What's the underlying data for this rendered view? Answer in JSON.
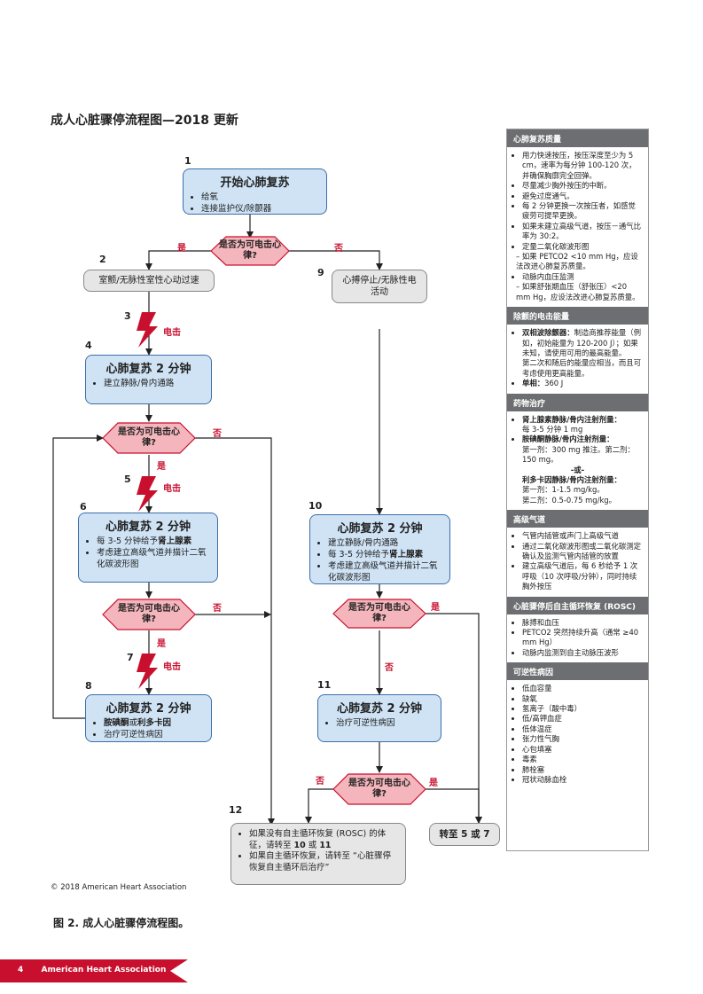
{
  "title": "成人心脏骤停流程图—2018 更新",
  "steps": {
    "n1": "1",
    "n2": "2",
    "n3": "3",
    "n4": "4",
    "n5": "5",
    "n6": "6",
    "n7": "7",
    "n8": "8",
    "n9": "9",
    "n10": "10",
    "n11": "11",
    "n12": "12"
  },
  "box1": {
    "title": "开始心肺复苏",
    "items": [
      "给氧",
      "连接监护仪/除颤器"
    ]
  },
  "box2": "室颤/无脉性室性心动过速",
  "box4": {
    "title": "心肺复苏 2 分钟",
    "items": [
      "建立静脉/骨内通路"
    ]
  },
  "box6": {
    "title": "心肺复苏 2 分钟",
    "item1_pre": "每 3-5 分钟给予",
    "item1_bold": "肾上腺素",
    "item2": "考虑建立高级气道并描计二氧化碳波形图"
  },
  "box8": {
    "title": "心肺复苏 2 分钟",
    "item1_bold1": "胺碘酮",
    "item1_mid": "或",
    "item1_bold2": "利多卡因",
    "item2": "治疗可逆性病因"
  },
  "box9": "心搏停止/无脉性电活动",
  "box10": {
    "title": "心肺复苏 2 分钟",
    "item1": "建立静脉/骨内通路",
    "item2_pre": "每 3-5 分钟给予",
    "item2_bold": "肾上腺素",
    "item3": "考虑建立高级气道并描计二氧化碳波形图"
  },
  "box11": {
    "title": "心肺复苏 2 分钟",
    "items": [
      "治疗可逆性病因"
    ]
  },
  "box12": {
    "item1_pre": "如果没有自主循环恢复 (ROSC) 的体征，请转至 ",
    "item1_bold": "10",
    "item1_mid": " 或 ",
    "item1_bold2": "11",
    "item2": "如果自主循环恢复，请转至 “心脏骤停恢复自主循环后治疗”"
  },
  "goto": "转至 5 或 7",
  "decision": "是否为可电击心律?",
  "yes": "是",
  "no": "否",
  "shock": "电击",
  "sidebar": {
    "s1_title": "心肺复苏质量",
    "s1_items": [
      "用力快速按压，按压深度至少为 5 cm，速率为每分钟 100-120 次，并确保胸廓完全回弹。",
      "尽量减少胸外按压的中断。",
      "避免过度通气。",
      "每 2 分钟更换一次按压者，如感觉疲劳可提早更换。",
      "如果未建立高级气道，按压－通气比率为 30:2。",
      "定量二氧化碳波形图",
      "如果 PETCO2 <10 mm Hg，应设法改进心肺复苏质量。",
      "动脉内血压监测",
      "如果舒张期血压（舒张压）<20 mm Hg，应设法改进心肺复苏质量。"
    ],
    "s2_title": "除颤的电击能量",
    "s2_bi_label": "双相波除颤器：",
    "s2_bi_text": "制造商推荐能量（例如，初始能量为 120-200 J）；如果未知，请使用可用的最高能量。",
    "s2_bi_text2": "第二次和随后的能量应相当，而且可考虑使用更高能量。",
    "s2_mono_label": "单相：",
    "s2_mono_text": "360 J",
    "s3_title": "药物治疗",
    "s3_epi_label": "肾上腺素静脉/骨内注射剂量：",
    "s3_epi_text": "每 3-5 分钟 1 mg",
    "s3_ami_label": "胺碘酮静脉/骨内注射剂量：",
    "s3_ami_text": "第一剂：300 mg 推注。第二剂：150 mg。",
    "s3_or": "-或-",
    "s3_lido_label": "利多卡因静脉/骨内注射剂量：",
    "s3_lido_text1": "第一剂：1-1.5 mg/kg。",
    "s3_lido_text2": "第二剂：0.5-0.75 mg/kg。",
    "s4_title": "高级气道",
    "s4_items": [
      "气管内插管或声门上高级气道",
      "通过二氧化碳波形图或二氧化碳测定确认及监测气管内插管的放置",
      "建立高级气道后，每 6 秒给予 1 次呼吸（10 次呼吸/分钟），同时持续胸外按压"
    ],
    "s5_title": "心脏骤停后自主循环恢复 (ROSC)",
    "s5_items": [
      "脉搏和血压",
      "PETCO2 突然持续升高（通常 ≥40 mm Hg）",
      "动脉内监测到自主动脉压波形"
    ],
    "s6_title": "可逆性病因",
    "s6_items": [
      "低血容量",
      "缺氧",
      "氢离子（酸中毒）",
      "低/高钾血症",
      "低体温症",
      "张力性气胸",
      "心包填塞",
      "毒素",
      "肺栓塞",
      "冠状动脉血栓"
    ]
  },
  "copyright": "© 2018 American Heart Association",
  "caption": "图 2. 成人心脏骤停流程图。",
  "footer": {
    "page": "4",
    "org": "American Heart Association"
  },
  "colors": {
    "blue_box": "#cfe3f5",
    "red": "#c8102e",
    "grey_box": "#e6e6e6",
    "sidebar_header": "#6d6e71"
  }
}
